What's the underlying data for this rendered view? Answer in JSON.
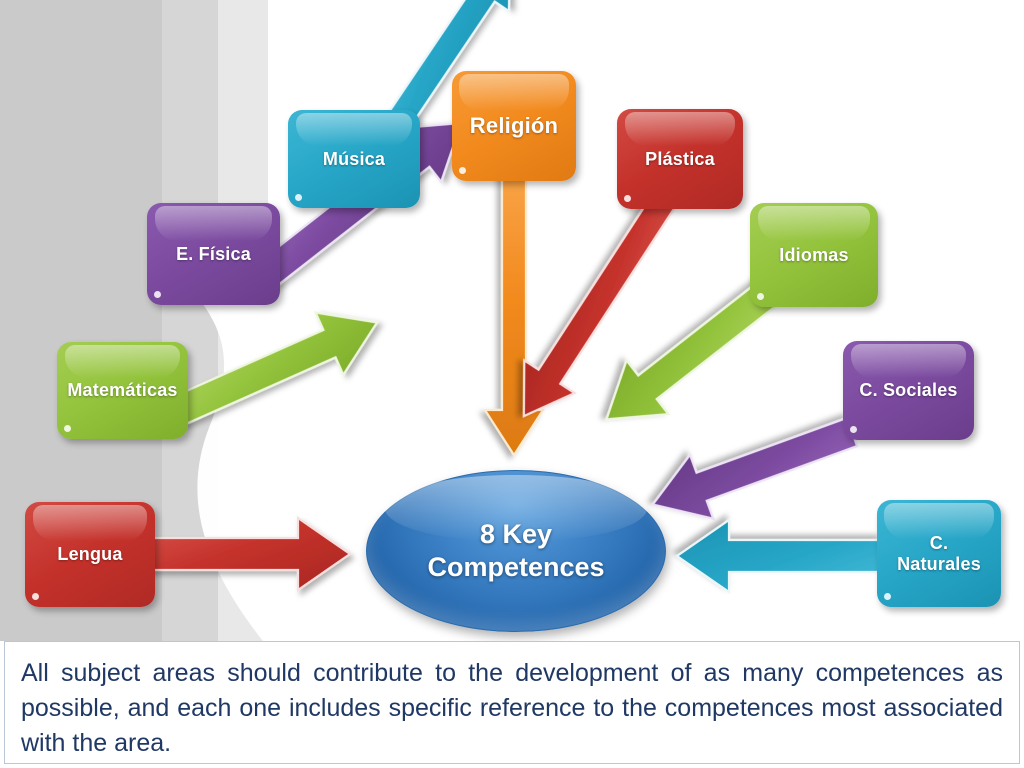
{
  "slide": {
    "center": {
      "label": "8 Key\nCompetences",
      "color": "#2668ad"
    },
    "caption": {
      "text": "All subject areas should contribute to the development of as many competences as possible, and each one includes specific reference to the competences most associated with the area.",
      "text_color": "#1f3864",
      "border_color": "#b9c7d6"
    },
    "background_bands": [
      {
        "name": "band-a",
        "color": "#cacaca"
      },
      {
        "name": "band-b",
        "color": "#d6d6d6"
      },
      {
        "name": "band-c",
        "color": "#e8e8e8"
      }
    ],
    "subjects": [
      {
        "id": "musica",
        "label": "Música",
        "color": "#27a6c7",
        "theme": "c-cyan",
        "arrow_direction": "down-right"
      },
      {
        "id": "religion",
        "label": "Religión",
        "color": "#f28a1e",
        "theme": "c-orange",
        "arrow_direction": "down"
      },
      {
        "id": "plastica",
        "label": "Plástica",
        "color": "#c4312b",
        "theme": "c-red",
        "arrow_direction": "down-left"
      },
      {
        "id": "e-fisica",
        "label": "E. Física",
        "color": "#7b4a9f",
        "theme": "c-purple",
        "arrow_direction": "down-right"
      },
      {
        "id": "idiomas",
        "label": "Idiomas",
        "color": "#93c33c",
        "theme": "c-green",
        "arrow_direction": "down-left"
      },
      {
        "id": "matematicas",
        "label": "Matemáticas",
        "color": "#93c33c",
        "theme": "c-green",
        "arrow_direction": "down-right"
      },
      {
        "id": "c-sociales",
        "label": "C. Sociales",
        "color": "#7b4a9f",
        "theme": "c-purple",
        "arrow_direction": "up-left"
      },
      {
        "id": "lengua",
        "label": "Lengua",
        "color": "#c4312b",
        "theme": "c-red",
        "arrow_direction": "right"
      },
      {
        "id": "c-naturales",
        "label": "C.\nNaturales",
        "color": "#27a6c7",
        "theme": "c-cyan",
        "arrow_direction": "left"
      }
    ]
  }
}
